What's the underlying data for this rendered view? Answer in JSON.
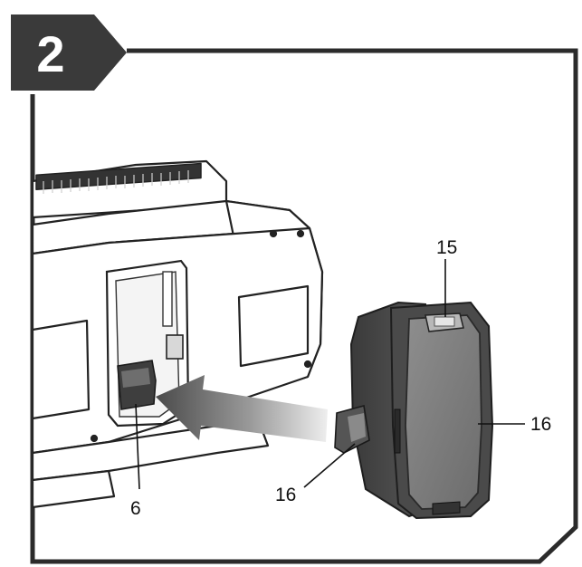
{
  "step": {
    "number": "2"
  },
  "callouts": {
    "top_contact": "15",
    "side_release_right": "16",
    "side_release_left": "16",
    "compartment": "6"
  },
  "colors": {
    "step_badge": "#3a3a3a",
    "frame": "#2b2b2b",
    "battery_dark": "#3d3d3d",
    "battery_mid": "#6a6a6a",
    "battery_light": "#9a9a9a",
    "device_outline": "#222222",
    "arrow_dark": "#4a4a4a",
    "arrow_light": "#eeeeee"
  },
  "icons": {
    "step_badge": "step-number-badge",
    "direction": "insert-arrow-icon"
  }
}
